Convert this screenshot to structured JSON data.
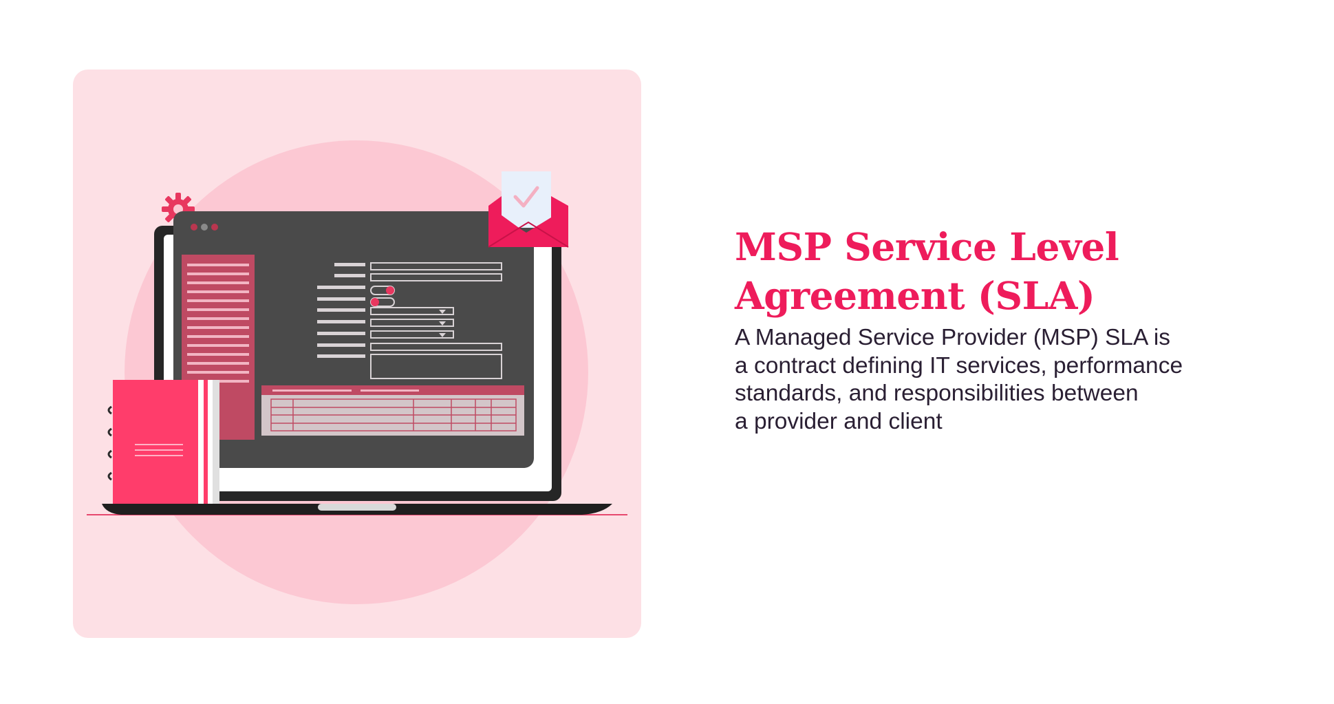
{
  "headline": {
    "line1": "MSP Service Level",
    "line2": "Agreement (SLA)"
  },
  "description": {
    "line1": "A Managed Service Provider (MSP) SLA is",
    "line2": "a contract defining IT services, performance",
    "line3": "standards, and responsibilities between",
    "line4": "a provider and client"
  },
  "colors": {
    "accent": "#ee1c5b",
    "panel_background": "#fde0e5",
    "circle": "#fcc8d3",
    "screen": "#4a4a4a",
    "text": "#2a1f33"
  },
  "illustration": {
    "icons": [
      "gear-icon",
      "envelope-icon",
      "checkmark-icon",
      "laptop-icon",
      "notebook-icon"
    ]
  }
}
